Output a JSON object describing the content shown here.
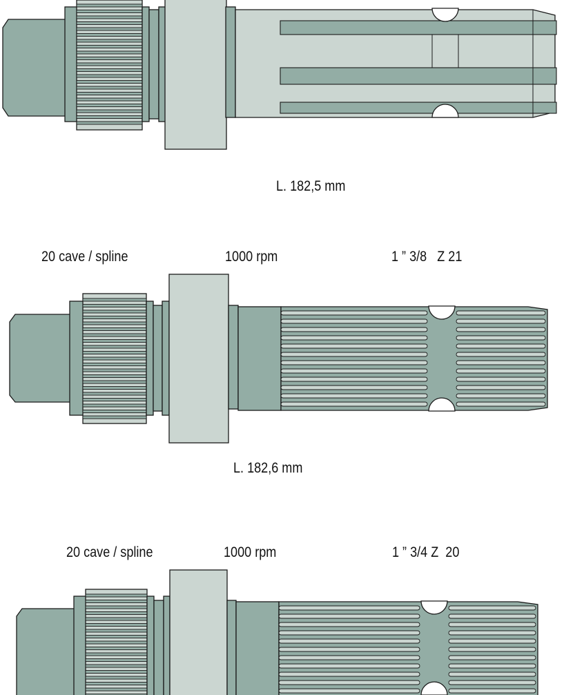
{
  "colors": {
    "dark": "#93ada5",
    "light": "#cbd6d1",
    "stroke": "#1a1a1a"
  },
  "shafts": [
    {
      "spline_label": "",
      "rpm_label": "",
      "size_label": "",
      "length_label": "L. 182,5 mm",
      "tip": "flutes"
    },
    {
      "spline_label": "20 cave / spline",
      "rpm_label": "1000 rpm",
      "size_label": "1 ” 3/8   Z 21",
      "length_label": "L. 182,6 mm",
      "tip": "splines"
    },
    {
      "spline_label": "20 cave / spline",
      "rpm_label": "1000 rpm",
      "size_label": "1 ” 3/4 Z  20",
      "length_label": "",
      "tip": "splines"
    }
  ]
}
